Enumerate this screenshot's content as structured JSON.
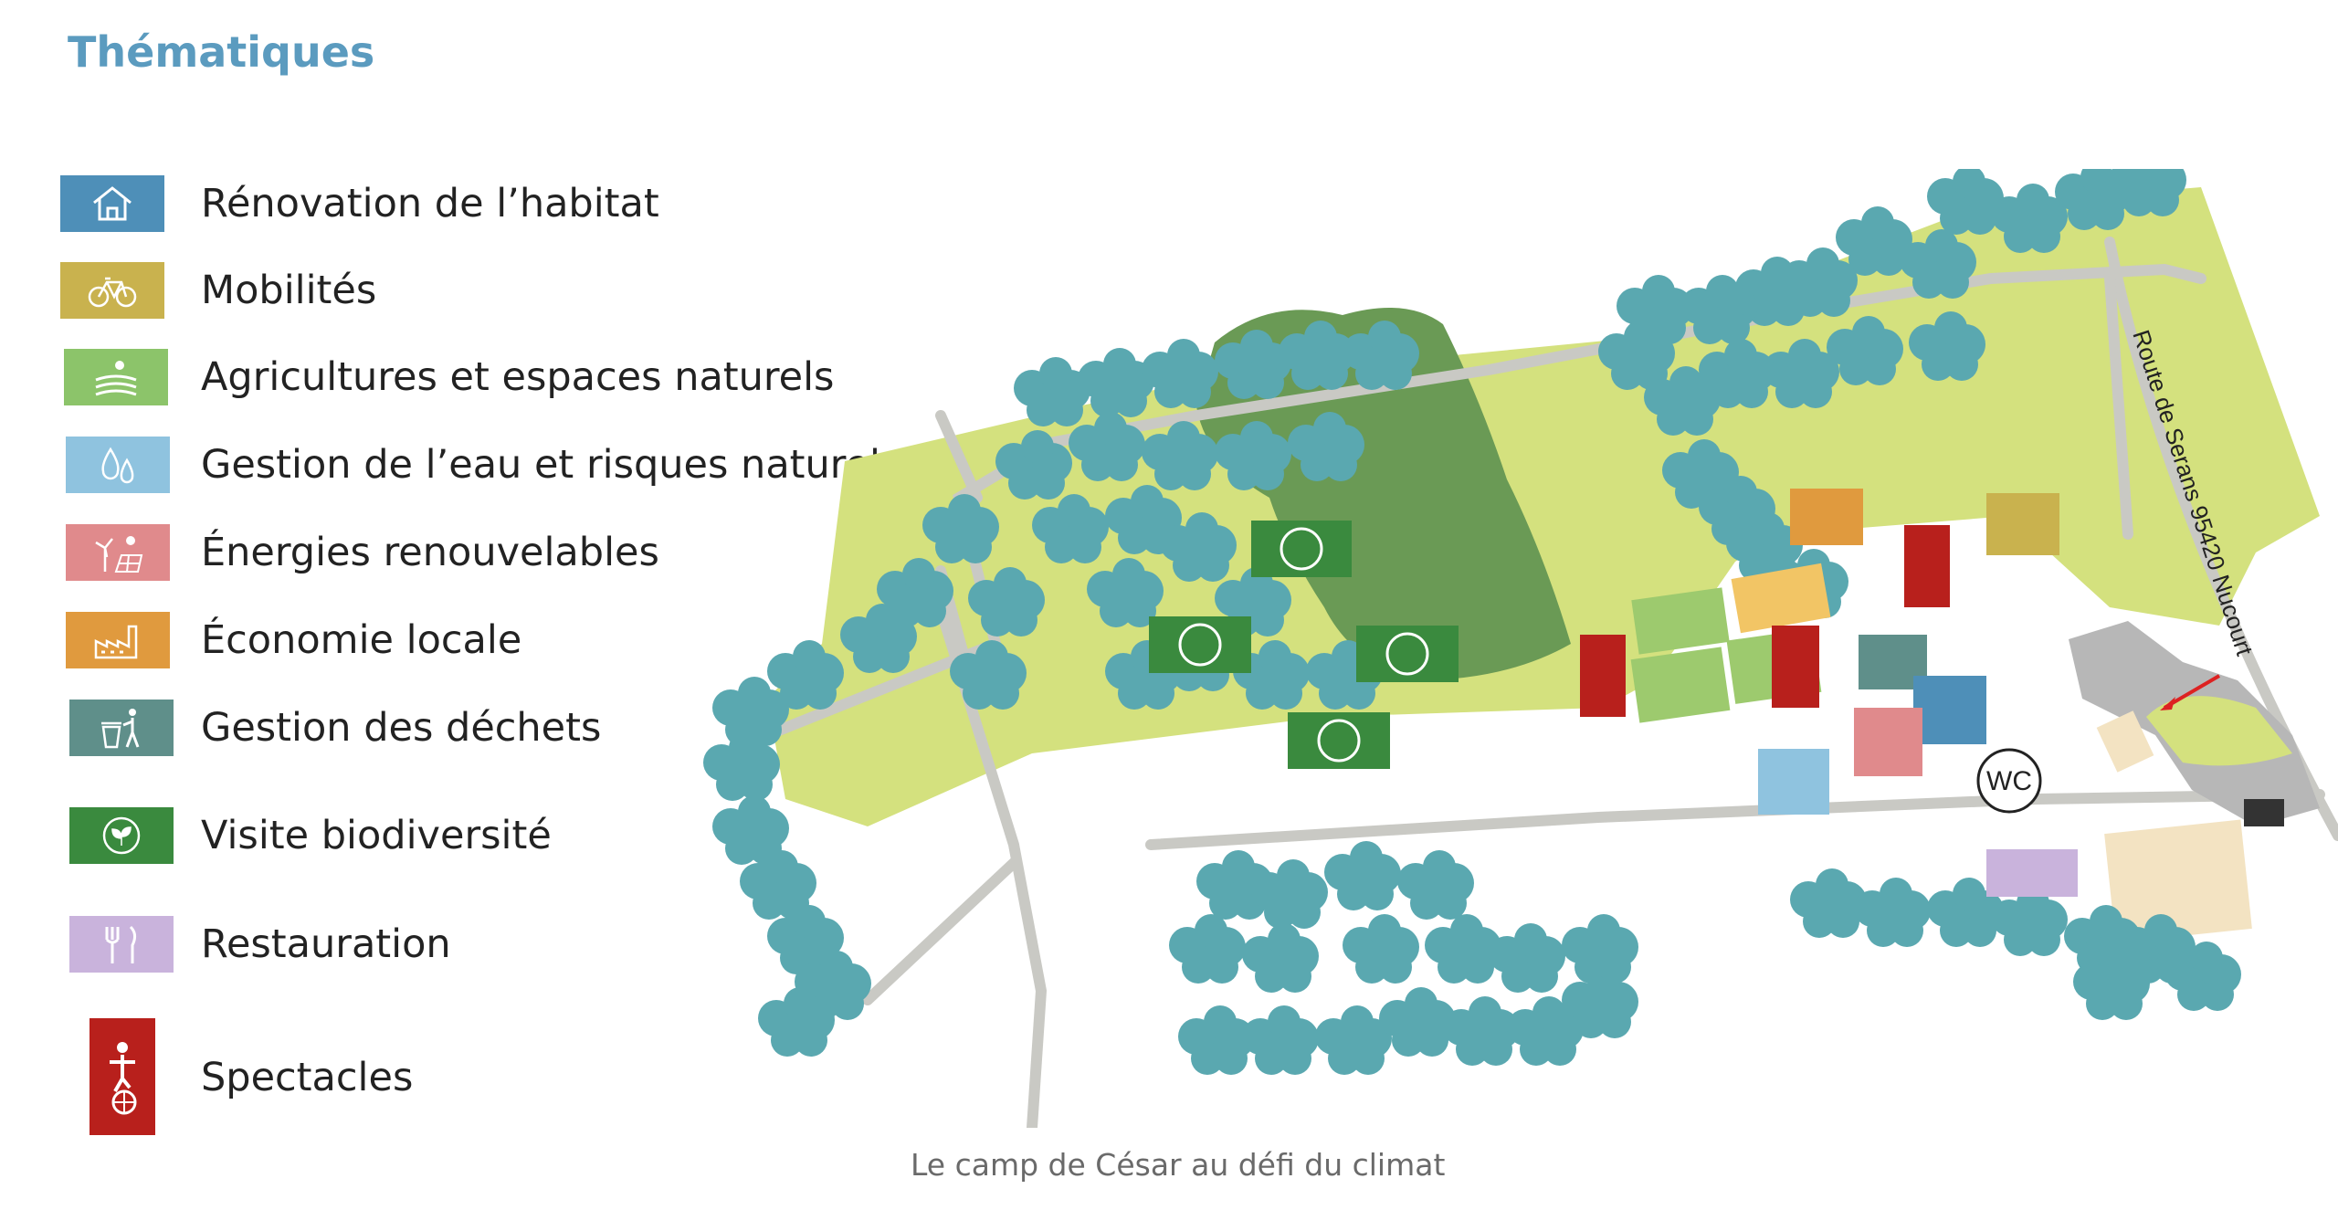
{
  "title": "Thématiques",
  "legend": [
    {
      "label": "Rénovation de l’habitat",
      "color": "#4e8fb8",
      "icon": "house-icon"
    },
    {
      "label": "Mobilités",
      "color": "#c9b24e",
      "icon": "bicycle-icon"
    },
    {
      "label": "Agricultures et espaces naturels",
      "color": "#8cc46a",
      "icon": "fields-sun-icon"
    },
    {
      "label": "Gestion de l’eau et risques naturels",
      "color": "#8fc3df",
      "icon": "water-drops-icon"
    },
    {
      "label": "Énergies renouvelables",
      "color": "#e08a8c",
      "icon": "wind-solar-icon"
    },
    {
      "label": "Économie locale",
      "color": "#e09a3e",
      "icon": "factory-icon"
    },
    {
      "label": "Gestion des déchets",
      "color": "#5f8f8a",
      "icon": "trash-person-icon"
    },
    {
      "label": "Visite biodiversité",
      "color": "#3a8a3e",
      "icon": "leaf-cycle-icon"
    },
    {
      "label": "Restauration",
      "color": "#c9b3dc",
      "icon": "fork-knife-icon"
    },
    {
      "label": "Spectacles",
      "color": "#b8201c",
      "icon": "unicycle-icon"
    }
  ],
  "map": {
    "road_label": "Route de Serans 95420 Nucourt",
    "wc_label": "WC"
  },
  "caption": "Le camp de César au défi du climat"
}
